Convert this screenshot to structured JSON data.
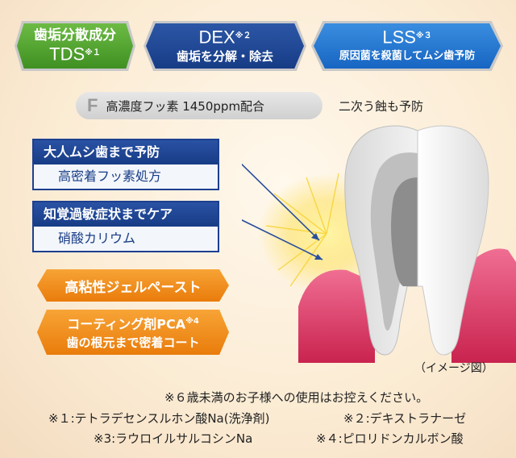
{
  "badges": {
    "tds": {
      "line1": "歯垢分散成分",
      "line2": "TDS",
      "note": "※１"
    },
    "dex": {
      "line1": "DEX",
      "note": "※２",
      "line2": "歯垢を分解・除去"
    },
    "lss": {
      "line1": "LSS",
      "note": "※３",
      "line2": "原因菌を殺菌してムシ歯予防"
    }
  },
  "fluoride": {
    "letter": "F",
    "text": "高濃度フッ素 1450ppm配合",
    "side_text": "二次う蝕も予防"
  },
  "infoboxes": [
    {
      "head": "大人ムシ歯まで予防",
      "body": "高密着フッ素処方"
    },
    {
      "head": "知覚過敏症状までケア",
      "body": "硝酸カリウム"
    }
  ],
  "orange_labels": {
    "gel": "高粘性ジェルペースト",
    "pca_line1": "コーティング剤PCA",
    "pca_note": "※4",
    "pca_line2": "歯の根元まで密着コート"
  },
  "image_caption": "（イメージ図）",
  "footnotes": {
    "age": "※６歳未満のお子様への使用はお控えください。",
    "n1": "※１:テトラデセンスルホン酸Na(洗浄剤)",
    "n2": "※２:デキストラナーゼ",
    "n3": "※3:ラウロイルサルコシンNa",
    "n4": "※４:ピロリドンカルボン酸"
  },
  "colors": {
    "green": "#4fa52e",
    "navy": "#173c86",
    "blue": "#1e74cf",
    "orange": "#ef8a1a",
    "gum": "#e0456e"
  }
}
